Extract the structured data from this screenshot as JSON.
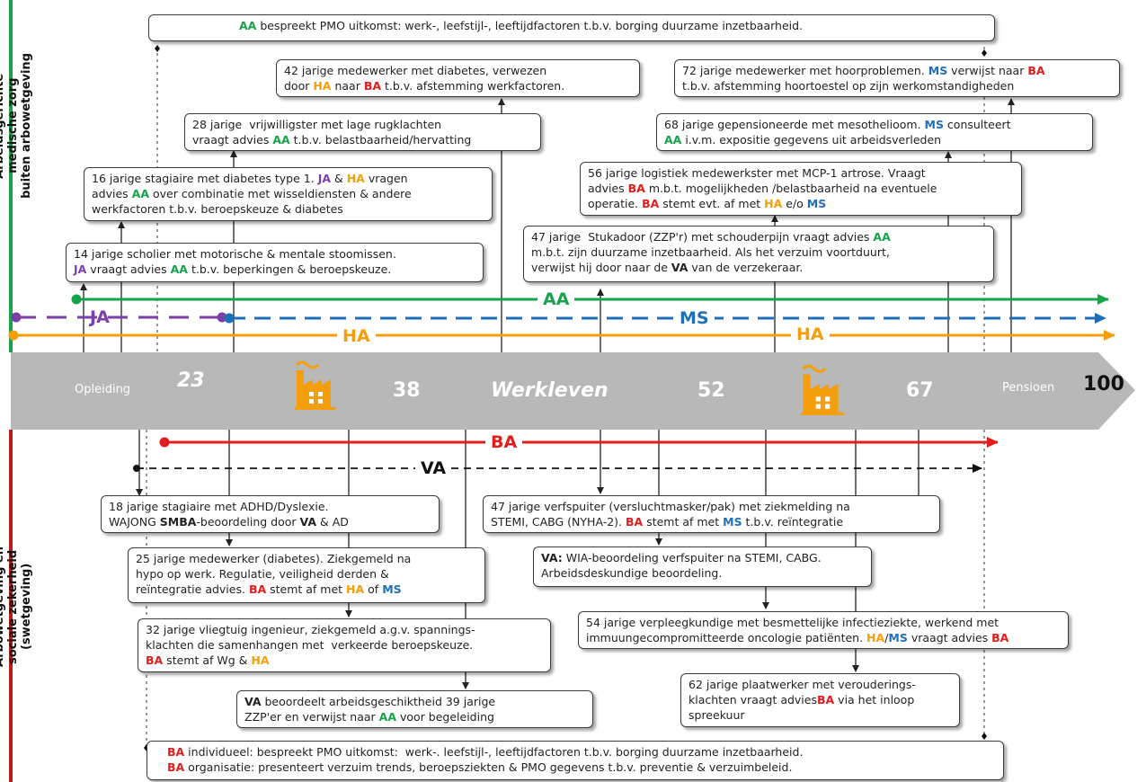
{
  "colors": {
    "aa": "#16a34a",
    "ha": "#f59e0b",
    "ba": "#e11d1d",
    "ms": "#1f6fb8",
    "ja": "#7b3fa8",
    "va": "#111111",
    "timeline": "#b8b8b8"
  },
  "side_labels": {
    "top": "Arbeidsgerichte\nmedische zorg\nbuiten arbowetgeving",
    "bottom": "Arbowetgeving en\nsociale zekerheid\n(swetgeving)"
  },
  "lines": {
    "aa": "AA",
    "ja": "JA",
    "ms": "MS",
    "ha": "HA",
    "ha2": "HA",
    "ba": "BA",
    "va": "VA"
  },
  "timeline": {
    "opleiding": "Opleiding",
    "age23": "23",
    "age38": "38",
    "werkleven": "Werkleven",
    "age52": "52",
    "age67": "67",
    "pensioen": "Pensioen",
    "age100": "100",
    "icons": [
      "factory-icon",
      "factory-icon"
    ]
  },
  "boxes": {
    "top_banner": [
      [
        {
          "t": "AA",
          "c": "green"
        },
        {
          "t": " bespreekt PMO uitkomst: werk-, leefstijl-, leeftijdfactoren t.b.v. borging duurzame inzetbaarheid."
        }
      ]
    ],
    "box_42": [
      [
        {
          "t": "42 jarige medewerker met diabetes, verwezen"
        }
      ],
      [
        {
          "t": "door "
        },
        {
          "t": "HA",
          "c": "orange"
        },
        {
          "t": " naar "
        },
        {
          "t": "BA",
          "c": "red"
        },
        {
          "t": " t.b.v. afstemming werkfactoren."
        }
      ]
    ],
    "box_72": [
      [
        {
          "t": "72 jarige medewerker met hoorproblemen. "
        },
        {
          "t": "MS",
          "c": "blue"
        },
        {
          "t": " verwijst naar "
        },
        {
          "t": "BA",
          "c": "red"
        }
      ],
      [
        {
          "t": "t.b.v. afstemming hoortoestel op zijn werkomstandigheden"
        }
      ]
    ],
    "box_28": [
      [
        {
          "t": "28 jarige  vrijwilligster met lage rugklachten"
        }
      ],
      [
        {
          "t": "vraagt advies "
        },
        {
          "t": "AA",
          "c": "green"
        },
        {
          "t": " t.b.v. belastbaarheid/hervatting"
        }
      ]
    ],
    "box_68": [
      [
        {
          "t": "68 jarige gepensioneerde met mesothelioom. "
        },
        {
          "t": "MS",
          "c": "blue"
        },
        {
          "t": " consulteert"
        }
      ],
      [
        {
          "t": "AA",
          "c": "green"
        },
        {
          "t": " i.v.m. expositie gegevens uit arbeidsverleden"
        }
      ]
    ],
    "box_16": [
      [
        {
          "t": "16 jarige stagiaire met diabetes type 1. "
        },
        {
          "t": "JA",
          "c": "purple"
        },
        {
          "t": " & "
        },
        {
          "t": "HA",
          "c": "orange"
        },
        {
          "t": " vragen"
        }
      ],
      [
        {
          "t": "advies "
        },
        {
          "t": "AA",
          "c": "green"
        },
        {
          "t": " over combinatie met wisseldiensten & andere"
        }
      ],
      [
        {
          "t": "werkfactoren t.b.v. beroepskeuze & diabetes"
        }
      ]
    ],
    "box_56": [
      [
        {
          "t": "56 jarige logistiek medewerkster met MCP-1 artrose. Vraagt"
        }
      ],
      [
        {
          "t": "advies "
        },
        {
          "t": "BA",
          "c": "red"
        },
        {
          "t": " m.b.t. mogelijkheden /belastbaarheid na eventuele"
        }
      ],
      [
        {
          "t": "operatie. "
        },
        {
          "t": "BA",
          "c": "red"
        },
        {
          "t": " stemt evt. af met "
        },
        {
          "t": "HA",
          "c": "orange"
        },
        {
          "t": " e/o "
        },
        {
          "t": "MS",
          "c": "blue"
        }
      ]
    ],
    "box_14": [
      [
        {
          "t": "14 jarige scholier met motorische & mentale stoomissen."
        }
      ],
      [
        {
          "t": "JA",
          "c": "purple"
        },
        {
          "t": " vraagt advies "
        },
        {
          "t": "AA",
          "c": "green"
        },
        {
          "t": " t.b.v. beperkingen & beroepskeuze."
        }
      ]
    ],
    "box_47a": [
      [
        {
          "t": "47 jarige  Stukadoor (ZZP'r) met schouderpijn vraagt advies "
        },
        {
          "t": "AA",
          "c": "green"
        }
      ],
      [
        {
          "t": "m.b.t. zijn duurzame inzetbaarheid. Als het verzuim voortduurt,"
        }
      ],
      [
        {
          "t": "verwijst hij door naar de "
        },
        {
          "t": "VA",
          "c": "bold"
        },
        {
          "t": " van de verzekeraar."
        }
      ]
    ],
    "box_18": [
      [
        {
          "t": "18 jarige stagiaire met ADHD/Dyslexie."
        }
      ],
      [
        {
          "t": "WAJONG "
        },
        {
          "t": "SMBA",
          "c": "bold"
        },
        {
          "t": "-beoordeling door "
        },
        {
          "t": "VA",
          "c": "bold"
        },
        {
          "t": " & AD"
        }
      ]
    ],
    "box_47b": [
      [
        {
          "t": "47 jarige verfspuiter (versluchtmasker/pak) met ziekmelding na"
        }
      ],
      [
        {
          "t": "STEMI, CABG (NYHA-2). "
        },
        {
          "t": "BA",
          "c": "red"
        },
        {
          "t": " stemt af met "
        },
        {
          "t": "MS",
          "c": "blue"
        },
        {
          "t": " t.b.v. reïntegratie"
        }
      ]
    ],
    "box_25": [
      [
        {
          "t": "25 jarige medewerker (diabetes). Ziekgemeld na"
        }
      ],
      [
        {
          "t": "hypo op werk. Regulatie, veiligheid derden &"
        }
      ],
      [
        {
          "t": "reïntegratie advies. "
        },
        {
          "t": "BA",
          "c": "red"
        },
        {
          "t": " stemt af met "
        },
        {
          "t": "HA",
          "c": "orange"
        },
        {
          "t": " of "
        },
        {
          "t": "MS",
          "c": "blue"
        }
      ]
    ],
    "box_va": [
      [
        {
          "t": "VA:",
          "c": "bold"
        },
        {
          "t": " WIA-beoordeling verfspuiter na STEMI, CABG."
        }
      ],
      [
        {
          "t": "Arbeidsdeskundige beoordeling."
        }
      ]
    ],
    "box_32": [
      [
        {
          "t": "32 jarige vliegtuig ingenieur, ziekgemeld a.g.v. spannings-"
        }
      ],
      [
        {
          "t": "klachten die samenhangen met  verkeerde beroepskeuze."
        }
      ],
      [
        {
          "t": "BA",
          "c": "red"
        },
        {
          "t": " stemt af Wg & "
        },
        {
          "t": "HA",
          "c": "orange"
        }
      ]
    ],
    "box_54": [
      [
        {
          "t": "54 jarige verpleegkundige met besmettelijke infectieziekte, werkend met"
        }
      ],
      [
        {
          "t": "immuungecompromitteerde oncologie patiënten. "
        },
        {
          "t": "HA",
          "c": "orange"
        },
        {
          "t": "/"
        },
        {
          "t": "MS",
          "c": "blue"
        },
        {
          "t": " vraagt advies "
        },
        {
          "t": "BA",
          "c": "red"
        }
      ]
    ],
    "box_62": [
      [
        {
          "t": "62 jarige plaatwerker met verouderings-"
        }
      ],
      [
        {
          "t": "klachten vraagt advies"
        },
        {
          "t": "BA",
          "c": "red"
        },
        {
          "t": " via het inloop"
        }
      ],
      [
        {
          "t": "spreekuur"
        }
      ]
    ],
    "box_39": [
      [
        {
          "t": "VA",
          "c": "bold"
        },
        {
          "t": " beoordeelt arbeidsgeschiktheid 39 jarige"
        }
      ],
      [
        {
          "t": "ZZP'er en verwijst naar "
        },
        {
          "t": "AA",
          "c": "green"
        },
        {
          "t": " voor begeleiding"
        }
      ]
    ],
    "bottom_banner": [
      [
        {
          "t": "BA",
          "c": "red"
        },
        {
          "t": " individueel: bespreekt PMO uitkomst:  werk-. leefstijl-, leeftijdfactoren t.b.v. borging duurzame inzetbaarheid."
        }
      ],
      [
        {
          "t": "BA",
          "c": "red"
        },
        {
          "t": " organisatie: presenteert verzuim trends, beroepsziekten & PMO gegevens t.b.v. preventie & verzuimbeleid."
        }
      ]
    ]
  }
}
